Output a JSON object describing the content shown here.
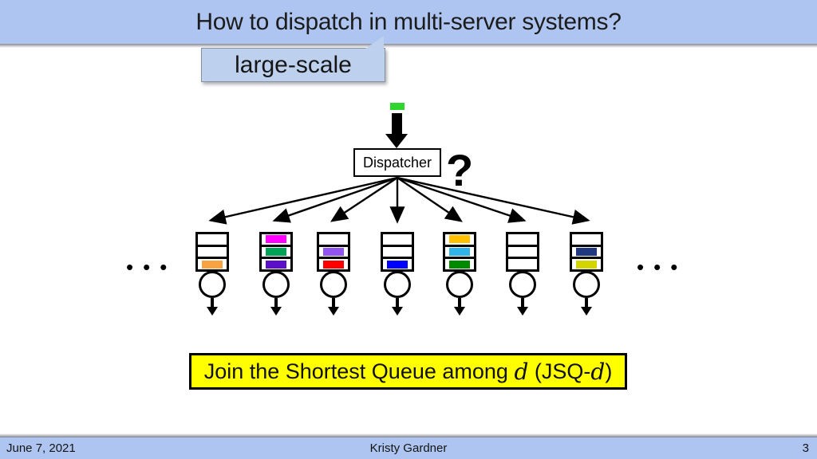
{
  "title": "How to dispatch in multi-server systems?",
  "callout": {
    "label": "large-scale"
  },
  "incoming_job": {
    "color": "#30D530"
  },
  "dispatcher": {
    "label": "Dispatcher"
  },
  "question_mark": "?",
  "ellipsis_left": "•••",
  "ellipsis_right": "•••",
  "queues": [
    {
      "slots": [
        null,
        null,
        "#F9A242"
      ]
    },
    {
      "slots": [
        "#FF00FF",
        "#00A356",
        "#5B0FC8"
      ]
    },
    {
      "slots": [
        null,
        "#9254F0",
        "#FF0000"
      ]
    },
    {
      "slots": [
        null,
        null,
        "#0000FF"
      ]
    },
    {
      "slots": [
        "#FFC000",
        "#2FB5EA",
        "#008A00"
      ]
    },
    {
      "slots": [
        null,
        null,
        null
      ]
    },
    {
      "slots": [
        null,
        "#1F3880",
        "#D4D400"
      ]
    }
  ],
  "jsq_banner": {
    "prefix": "Join the Shortest Queue among ",
    "d1": "d",
    "mid": " (JSQ-",
    "d2": "d",
    "suffix": ")"
  },
  "footer": {
    "date": "June 7, 2021",
    "author": "Kristy Gardner",
    "page": "3"
  },
  "colors": {
    "bar_blue": "#ADC5F0",
    "callout_blue": "#BDD0EE",
    "banner_yellow": "#FFFF00"
  }
}
